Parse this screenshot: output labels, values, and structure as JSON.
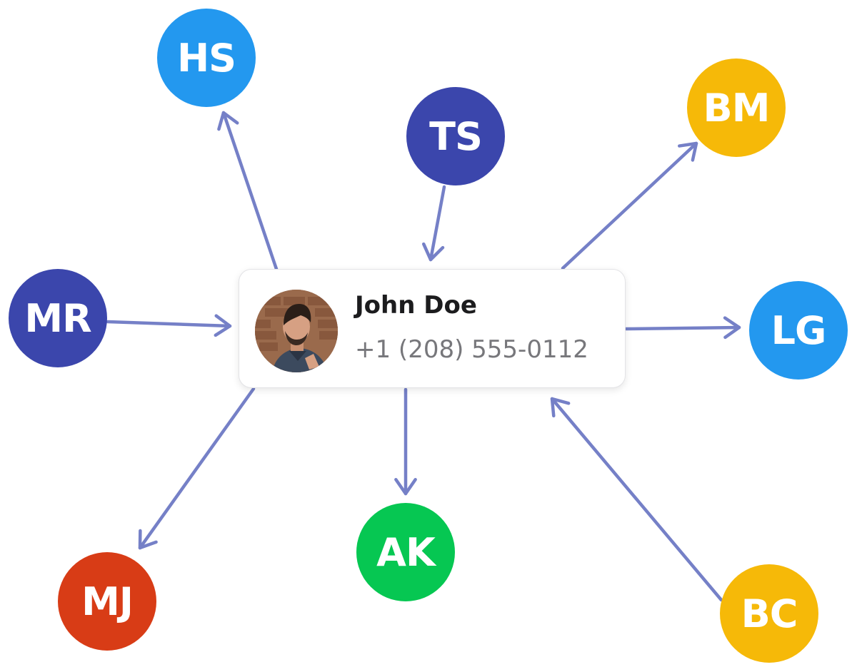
{
  "contact": {
    "name": "John Doe",
    "phone": "+1 (208) 555-0112",
    "avatar_icon": "person-photo-icon"
  },
  "colors": {
    "edge": "#7580c7",
    "blue": "#2398ef",
    "indigo": "#3b46ac",
    "amber": "#f6b908",
    "green": "#06c752",
    "red": "#d83c16"
  },
  "nodes": [
    {
      "id": "hs",
      "initials": "HS",
      "color": "#2398ef",
      "direction": "outgoing"
    },
    {
      "id": "ts",
      "initials": "TS",
      "color": "#3b46ac",
      "direction": "incoming"
    },
    {
      "id": "bm",
      "initials": "BM",
      "color": "#f6b908",
      "direction": "outgoing"
    },
    {
      "id": "mr",
      "initials": "MR",
      "color": "#3b46ac",
      "direction": "incoming"
    },
    {
      "id": "lg",
      "initials": "LG",
      "color": "#2398ef",
      "direction": "outgoing"
    },
    {
      "id": "mj",
      "initials": "MJ",
      "color": "#d83c16",
      "direction": "outgoing"
    },
    {
      "id": "ak",
      "initials": "AK",
      "color": "#06c752",
      "direction": "outgoing"
    },
    {
      "id": "bc",
      "initials": "BC",
      "color": "#f6b908",
      "direction": "incoming"
    }
  ]
}
